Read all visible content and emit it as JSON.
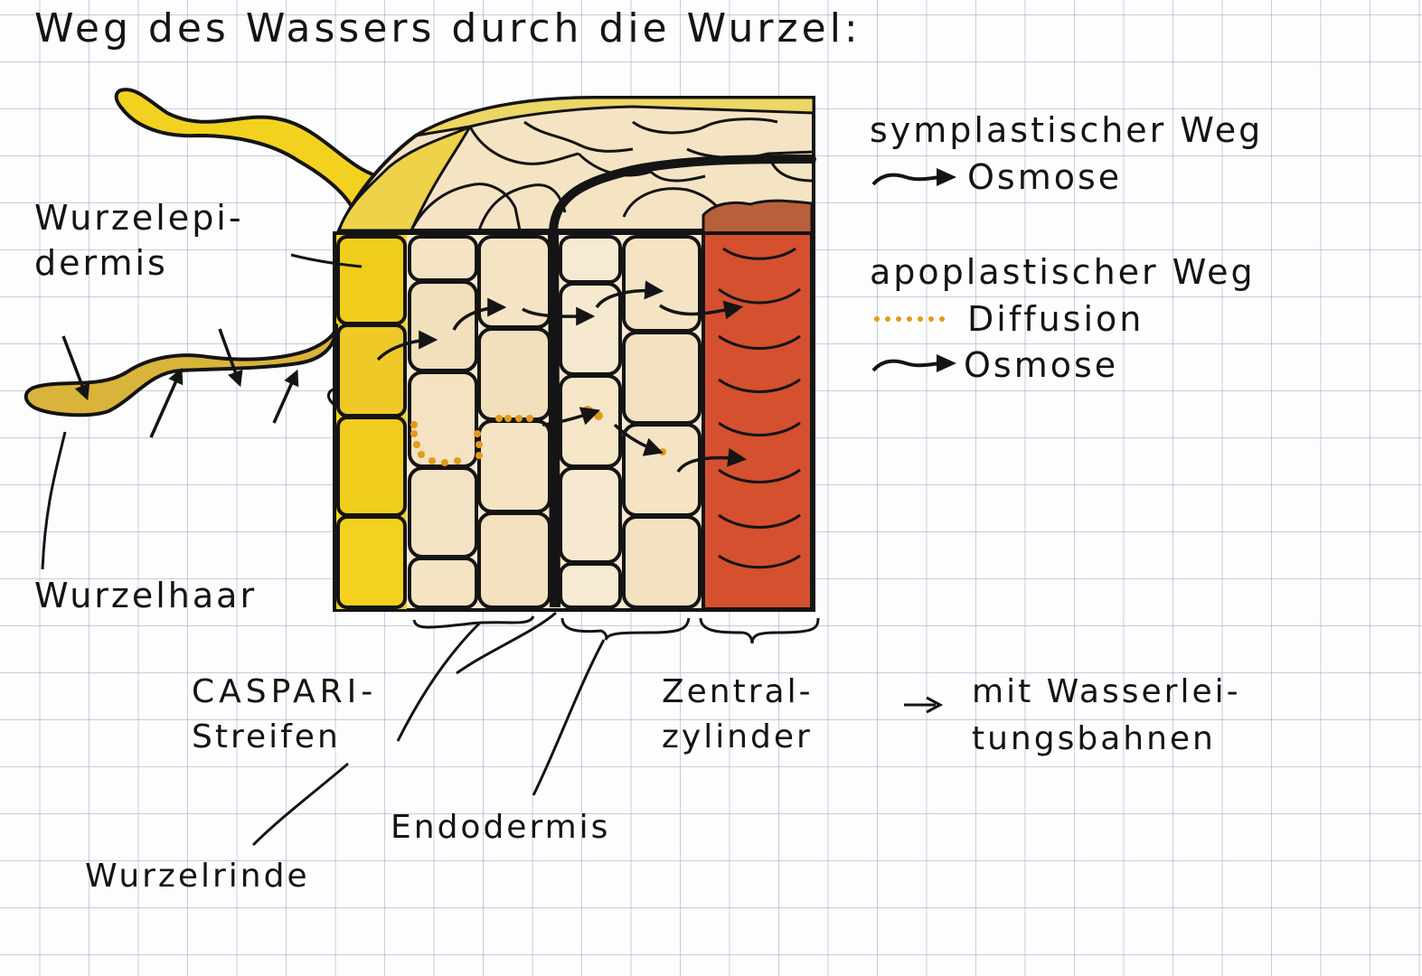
{
  "title": "Weg des Wassers durch die Wurzel:",
  "colors": {
    "ink": "#141414",
    "epidermis_yellow": "#f2d21e",
    "root_hair_ochre": "#d9b43a",
    "cortex_cream": "#f4e4c4",
    "cortex_tint": "#e6c990",
    "central_cylinder_red": "#d4502e",
    "central_cylinder_top": "#b8603c",
    "diffusion_dots": "#e39a1c",
    "grid_line": "#a0a0cd"
  },
  "diagram": {
    "labels": {
      "wurzelepidermis": [
        "Wurzelepi-",
        "dermis"
      ],
      "wurzelhaar": "Wurzelhaar",
      "caspari": [
        "CASPARI-",
        "Streifen"
      ],
      "wurzelrinde": "Wurzelrinde",
      "endodermis": "Endodermis",
      "zentralzylinder": [
        "Zentral-",
        "zylinder"
      ],
      "wasserleitungsbahnen_arrow": "->",
      "wasserleitungsbahnen": [
        "mit Wasserlei-",
        "tungsbahnen"
      ]
    },
    "regions": [
      {
        "name": "root-hair",
        "label": "Wurzelhaar"
      },
      {
        "name": "root-epidermis",
        "label": "Wurzelepidermis"
      },
      {
        "name": "root-cortex",
        "label": "Wurzelrinde"
      },
      {
        "name": "endodermis",
        "label": "Endodermis"
      },
      {
        "name": "casparian-strip",
        "label": "CASPARI-Streifen"
      },
      {
        "name": "central-cylinder",
        "label": "Zentralzylinder"
      }
    ]
  },
  "legend": {
    "symplast": {
      "heading": "symplastischer Weg",
      "items": [
        {
          "icon": "curved-arrow",
          "label": "Osmose"
        }
      ]
    },
    "apoplast": {
      "heading": "apoplastischer Weg",
      "items": [
        {
          "icon": "orange-dotted-line",
          "label": "Diffusion"
        },
        {
          "icon": "curved-arrow",
          "label": "Osmose"
        }
      ]
    }
  }
}
